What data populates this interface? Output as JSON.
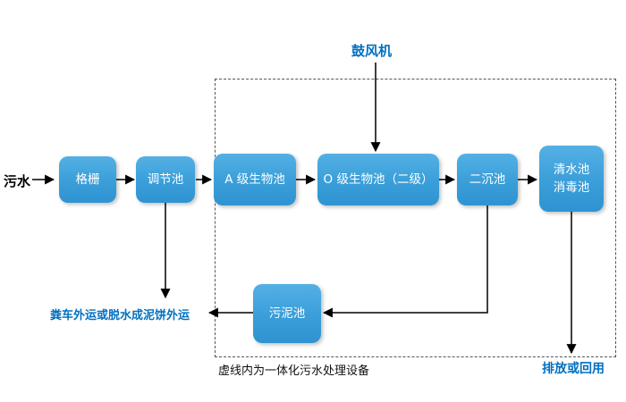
{
  "diagram": {
    "influent_label": "污水",
    "blower_label": "鼓风机",
    "sludge_out_label": "粪车外运或脱水成泥饼外运",
    "discharge_label": "排放或回用",
    "boundary_note": "虚线内为一体化污水处理设备",
    "nodes": {
      "grid": "格栅",
      "regulating": "调节池",
      "a_bio": "A 级生物池",
      "o_bio": "O 级生物池（二级）",
      "secondary_sed": "二沉池",
      "clear_line1": "清水池",
      "clear_line2": "消毒池",
      "sludge": "污泥池"
    },
    "colors": {
      "box_fill": "#3A9ED9",
      "box_text": "#FFFFFF",
      "accent_text": "#0070C0",
      "line": "#000000",
      "dashed_border": "#555555"
    }
  }
}
